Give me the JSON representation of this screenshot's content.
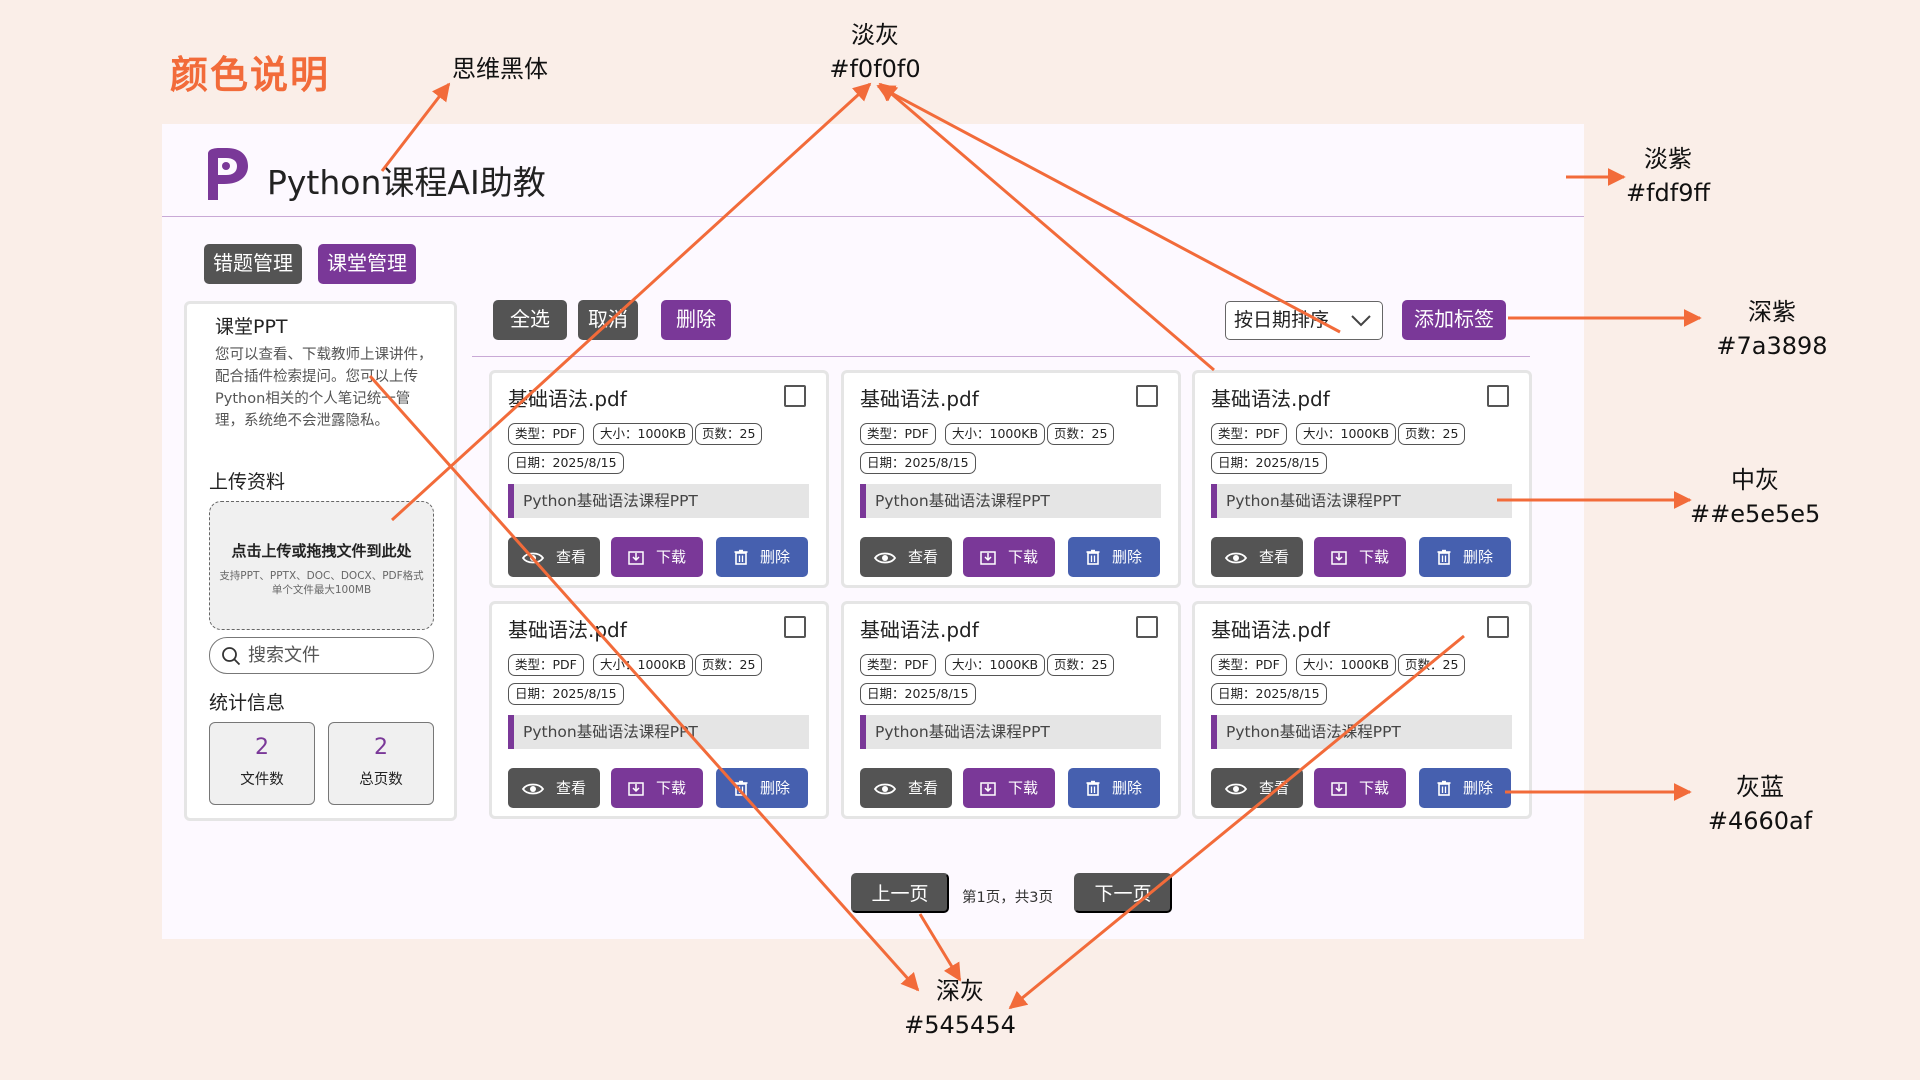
{
  "annotations": {
    "title": "颜色说明",
    "font": "思维黑体",
    "colors": [
      {
        "name": "淡灰",
        "hex": "#f0f0f0"
      },
      {
        "name": "淡紫",
        "hex": "#fdf9ff"
      },
      {
        "name": "深紫",
        "hex": "#7a3898"
      },
      {
        "name": "中灰",
        "hex": "##e5e5e5"
      },
      {
        "name": "灰蓝",
        "hex": "#4660af"
      },
      {
        "name": "深灰",
        "hex": "#545454"
      }
    ]
  },
  "app": {
    "title": "Python课程AI助教",
    "tabs": [
      "错题管理",
      "课堂管理"
    ]
  },
  "sidebar": {
    "heading": "课堂PPT",
    "description": "您可以查看、下载教师上课讲件，配合插件检索提问。您可以上传Python相关的个人笔记统一管理，系统绝不会泄露隐私。",
    "upload_heading": "上传资料",
    "upload_main": "点击上传或拖拽文件到此处",
    "upload_formats": "支持PPT、PPTX、DOC、DOCX、PDF格式",
    "upload_limit": "单个文件最大100MB",
    "search_placeholder": "搜索文件",
    "stats_heading": "统计信息",
    "stats": [
      {
        "value": "2",
        "label": "文件数"
      },
      {
        "value": "2",
        "label": "总页数"
      }
    ]
  },
  "toolbar": {
    "select_all": "全选",
    "cancel": "取消",
    "delete": "删除",
    "sort": "按日期排序",
    "add_tag": "添加标签"
  },
  "card_labels": {
    "view": "查看",
    "download": "下载",
    "delete": "删除"
  },
  "cards": [
    {
      "title": "基础语法.pdf",
      "type": "类型：PDF",
      "size": "大小：1000KB",
      "pages": "页数：25",
      "date": "日期：2025/8/15",
      "desc": "Python基础语法课程PPT"
    },
    {
      "title": "基础语法.pdf",
      "type": "类型：PDF",
      "size": "大小：1000KB",
      "pages": "页数：25",
      "date": "日期：2025/8/15",
      "desc": "Python基础语法课程PPT"
    },
    {
      "title": "基础语法.pdf",
      "type": "类型：PDF",
      "size": "大小：1000KB",
      "pages": "页数：25",
      "date": "日期：2025/8/15",
      "desc": "Python基础语法课程PPT"
    },
    {
      "title": "基础语法.pdf",
      "type": "类型：PDF",
      "size": "大小：1000KB",
      "pages": "页数：25",
      "date": "日期：2025/8/15",
      "desc": "Python基础语法课程PPT"
    },
    {
      "title": "基础语法.pdf",
      "type": "类型：PDF",
      "size": "大小：1000KB",
      "pages": "页数：25",
      "date": "日期：2025/8/15",
      "desc": "Python基础语法课程PPT"
    },
    {
      "title": "基础语法.pdf",
      "type": "类型：PDF",
      "size": "大小：1000KB",
      "pages": "页数：25",
      "date": "日期：2025/8/15",
      "desc": "Python基础语法课程PPT"
    }
  ],
  "pagination": {
    "prev": "上一页",
    "info": "第1页，共3页",
    "next": "下一页"
  }
}
